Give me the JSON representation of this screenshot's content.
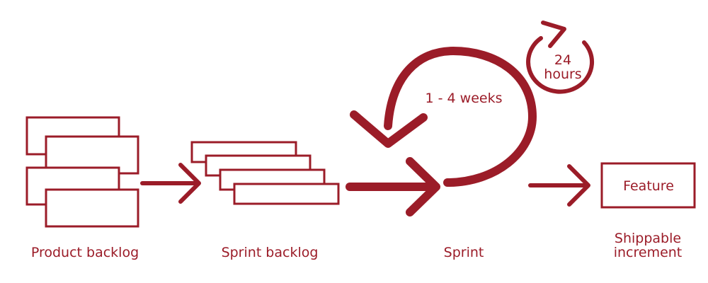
{
  "colors": {
    "accent": "#9b1c28",
    "background": "#ffffff"
  },
  "stages": {
    "product_backlog": "Product backlog",
    "sprint_backlog": "Sprint backlog",
    "sprint": "Sprint",
    "shippable_line1": "Shippable",
    "shippable_line2": "increment"
  },
  "cycles": {
    "sprint_length": "1 - 4 weeks",
    "daily_number": "24",
    "daily_unit": "hours"
  },
  "feature": {
    "label": "Feature"
  }
}
